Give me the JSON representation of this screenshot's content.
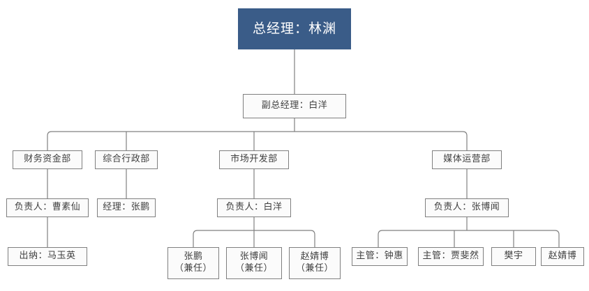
{
  "chart_data": {
    "type": "diagram",
    "title": "",
    "diagram_kind": "organization-chart",
    "colors": {
      "root_fill": "#3a5c88",
      "root_text": "#ffffff",
      "node_fill": "#fbfbfb",
      "node_border": "#7f7f7f",
      "node_text": "#404040",
      "connector": "#808080",
      "background": "#ffffff"
    },
    "nodes": [
      {
        "id": "gm",
        "level": 0,
        "label": "总经理：林渊",
        "role": "总经理",
        "person": "林渊",
        "style": "root",
        "parent": null
      },
      {
        "id": "deputy",
        "level": 1,
        "label": "副总经理：白洋",
        "role": "副总经理",
        "person": "白洋",
        "style": "default",
        "parent": "gm"
      },
      {
        "id": "dept-finance",
        "level": 2,
        "label": "财务资金部",
        "style": "default",
        "parent": "deputy"
      },
      {
        "id": "dept-admin",
        "level": 2,
        "label": "综合行政部",
        "style": "default",
        "parent": "deputy"
      },
      {
        "id": "dept-market",
        "level": 2,
        "label": "市场开发部",
        "style": "default",
        "parent": "deputy"
      },
      {
        "id": "dept-media",
        "level": 2,
        "label": "媒体运营部",
        "style": "default",
        "parent": "deputy"
      },
      {
        "id": "head-finance",
        "level": 3,
        "label": "负责人：曹素仙",
        "role": "负责人",
        "person": "曹素仙",
        "style": "default",
        "parent": "dept-finance"
      },
      {
        "id": "head-admin",
        "level": 3,
        "label": "经理：张鹏",
        "role": "经理",
        "person": "张鹏",
        "style": "default",
        "parent": "dept-admin"
      },
      {
        "id": "head-market",
        "level": 3,
        "label": "负责人：白洋",
        "role": "负责人",
        "person": "白洋",
        "style": "default",
        "parent": "dept-market"
      },
      {
        "id": "head-media",
        "level": 3,
        "label": "负责人：张博闻",
        "role": "负责人",
        "person": "张博闻",
        "style": "default",
        "parent": "dept-media"
      },
      {
        "id": "staff-cashier",
        "level": 4,
        "label": "出纳：马玉英",
        "role": "出纳",
        "person": "马玉英",
        "style": "default",
        "parent": "head-finance"
      },
      {
        "id": "staff-m1",
        "level": 4,
        "label_line1": "张鹏",
        "label_line2": "（兼任）",
        "style": "default",
        "parent": "head-market"
      },
      {
        "id": "staff-m2",
        "level": 4,
        "label_line1": "张博闻",
        "label_line2": "（兼任）",
        "style": "default",
        "parent": "head-market"
      },
      {
        "id": "staff-m3",
        "level": 4,
        "label_line1": "赵婧博",
        "label_line2": "（兼任）",
        "style": "default",
        "parent": "head-market"
      },
      {
        "id": "staff-d1",
        "level": 4,
        "label": "主管：钟惠",
        "role": "主管",
        "person": "钟惠",
        "style": "default",
        "parent": "head-media"
      },
      {
        "id": "staff-d2",
        "level": 4,
        "label": "主管：贾斐然",
        "role": "主管",
        "person": "贾斐然",
        "style": "default",
        "parent": "head-media"
      },
      {
        "id": "staff-d3",
        "level": 4,
        "label": "樊宇",
        "person": "樊宇",
        "style": "default",
        "parent": "head-media"
      },
      {
        "id": "staff-d4",
        "level": 4,
        "label": "赵婧博",
        "person": "赵婧博",
        "style": "default",
        "parent": "head-media"
      }
    ]
  },
  "nodes": {
    "gm": {
      "label": "总经理：林渊"
    },
    "deputy": {
      "label": "副总经理：白洋"
    },
    "dept_finance": {
      "label": "财务资金部"
    },
    "dept_admin": {
      "label": "综合行政部"
    },
    "dept_market": {
      "label": "市场开发部"
    },
    "dept_media": {
      "label": "媒体运营部"
    },
    "head_finance": {
      "label": "负责人：曹素仙"
    },
    "head_admin": {
      "label": "经理：张鹏"
    },
    "head_market": {
      "label": "负责人：白洋"
    },
    "head_media": {
      "label": "负责人：张博闻"
    },
    "staff_cashier": {
      "label": "出纳：马玉英"
    },
    "staff_m1": {
      "line1": "张鹏",
      "line2": "（兼任）"
    },
    "staff_m2": {
      "line1": "张博闻",
      "line2": "（兼任）"
    },
    "staff_m3": {
      "line1": "赵婧博",
      "line2": "（兼任）"
    },
    "staff_d1": {
      "label": "主管：钟惠"
    },
    "staff_d2": {
      "label": "主管：贾斐然"
    },
    "staff_d3": {
      "label": "樊宇"
    },
    "staff_d4": {
      "label": "赵婧博"
    }
  }
}
